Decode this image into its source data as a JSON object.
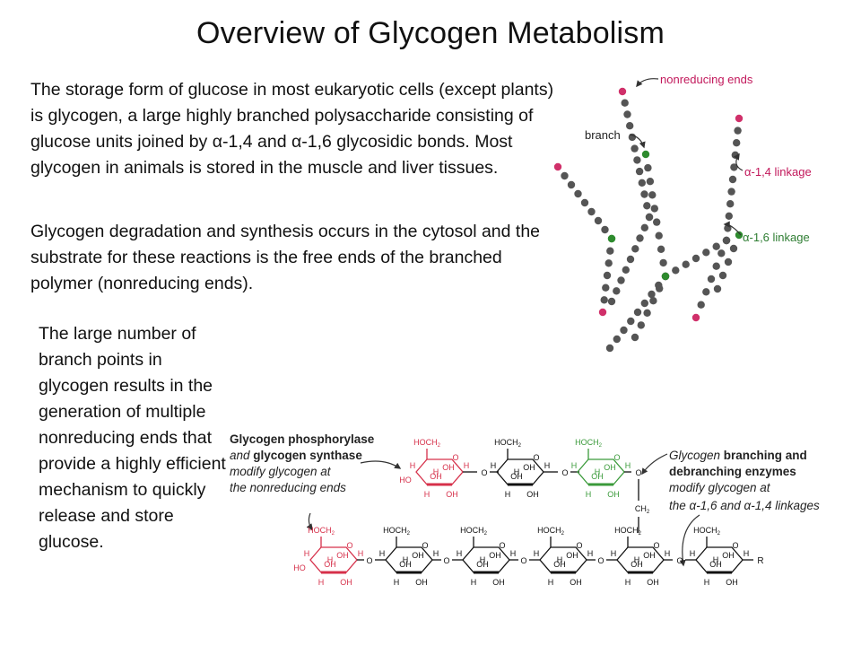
{
  "title": "Overview of Glycogen Metabolism",
  "paragraphs": {
    "p1_a": "The storage form of glucose in most eukaryotic cells (except plants) is glycogen, a large highly branched polysaccharide consisting of glucose units joined by ",
    "alpha": "α",
    "p1_b": "-1,4 and ",
    "p1_c": "-1,6 glycosidic bonds. Most glycogen in animals is stored in the muscle and liver tissues.",
    "p2": "Glycogen degradation and synthesis occurs in the cytosol and the substrate for these reactions is the free ends of the branched polymer (nonreducing ends).",
    "p3": "The large number of branch points in glycogen results in the generation of multiple nonreducing ends that provide a highly efficient mechanism to quickly release and store glucose."
  },
  "figure1": {
    "nonreducing_label": "nonreducing ends",
    "branch_label": "branch",
    "alpha14_label": "α-1,4 linkage",
    "alpha16_label": "α-1,6 linkage",
    "colors": {
      "chain": "#555555",
      "end": "#d0306a",
      "branch": "#2e8b2e",
      "label_pink": "#c2185b"
    }
  },
  "figure2": {
    "phos_line1": "Glycogen phosphorylase",
    "phos_line2_a": "and ",
    "phos_line2_b": "glycogen synthase",
    "phos_line3": "modify glycogen at",
    "phos_line4": "the nonreducing ends",
    "branch_line1_a": "Glycogen ",
    "branch_line1_b": "branching and",
    "branch_line2": "debranching enzymes",
    "branch_line3": "modify glycogen at",
    "branch_line4": "the α-1,6 and α-1,4 linkages",
    "hoch2": "HOCH",
    "h": "H",
    "oh": "OH",
    "ho": "HO",
    "o": "O",
    "ch2": "CH",
    "sub2": "2",
    "r": "R",
    "colors": {
      "red": "#d6304a",
      "green": "#3a9a3a",
      "black": "#111111"
    }
  }
}
